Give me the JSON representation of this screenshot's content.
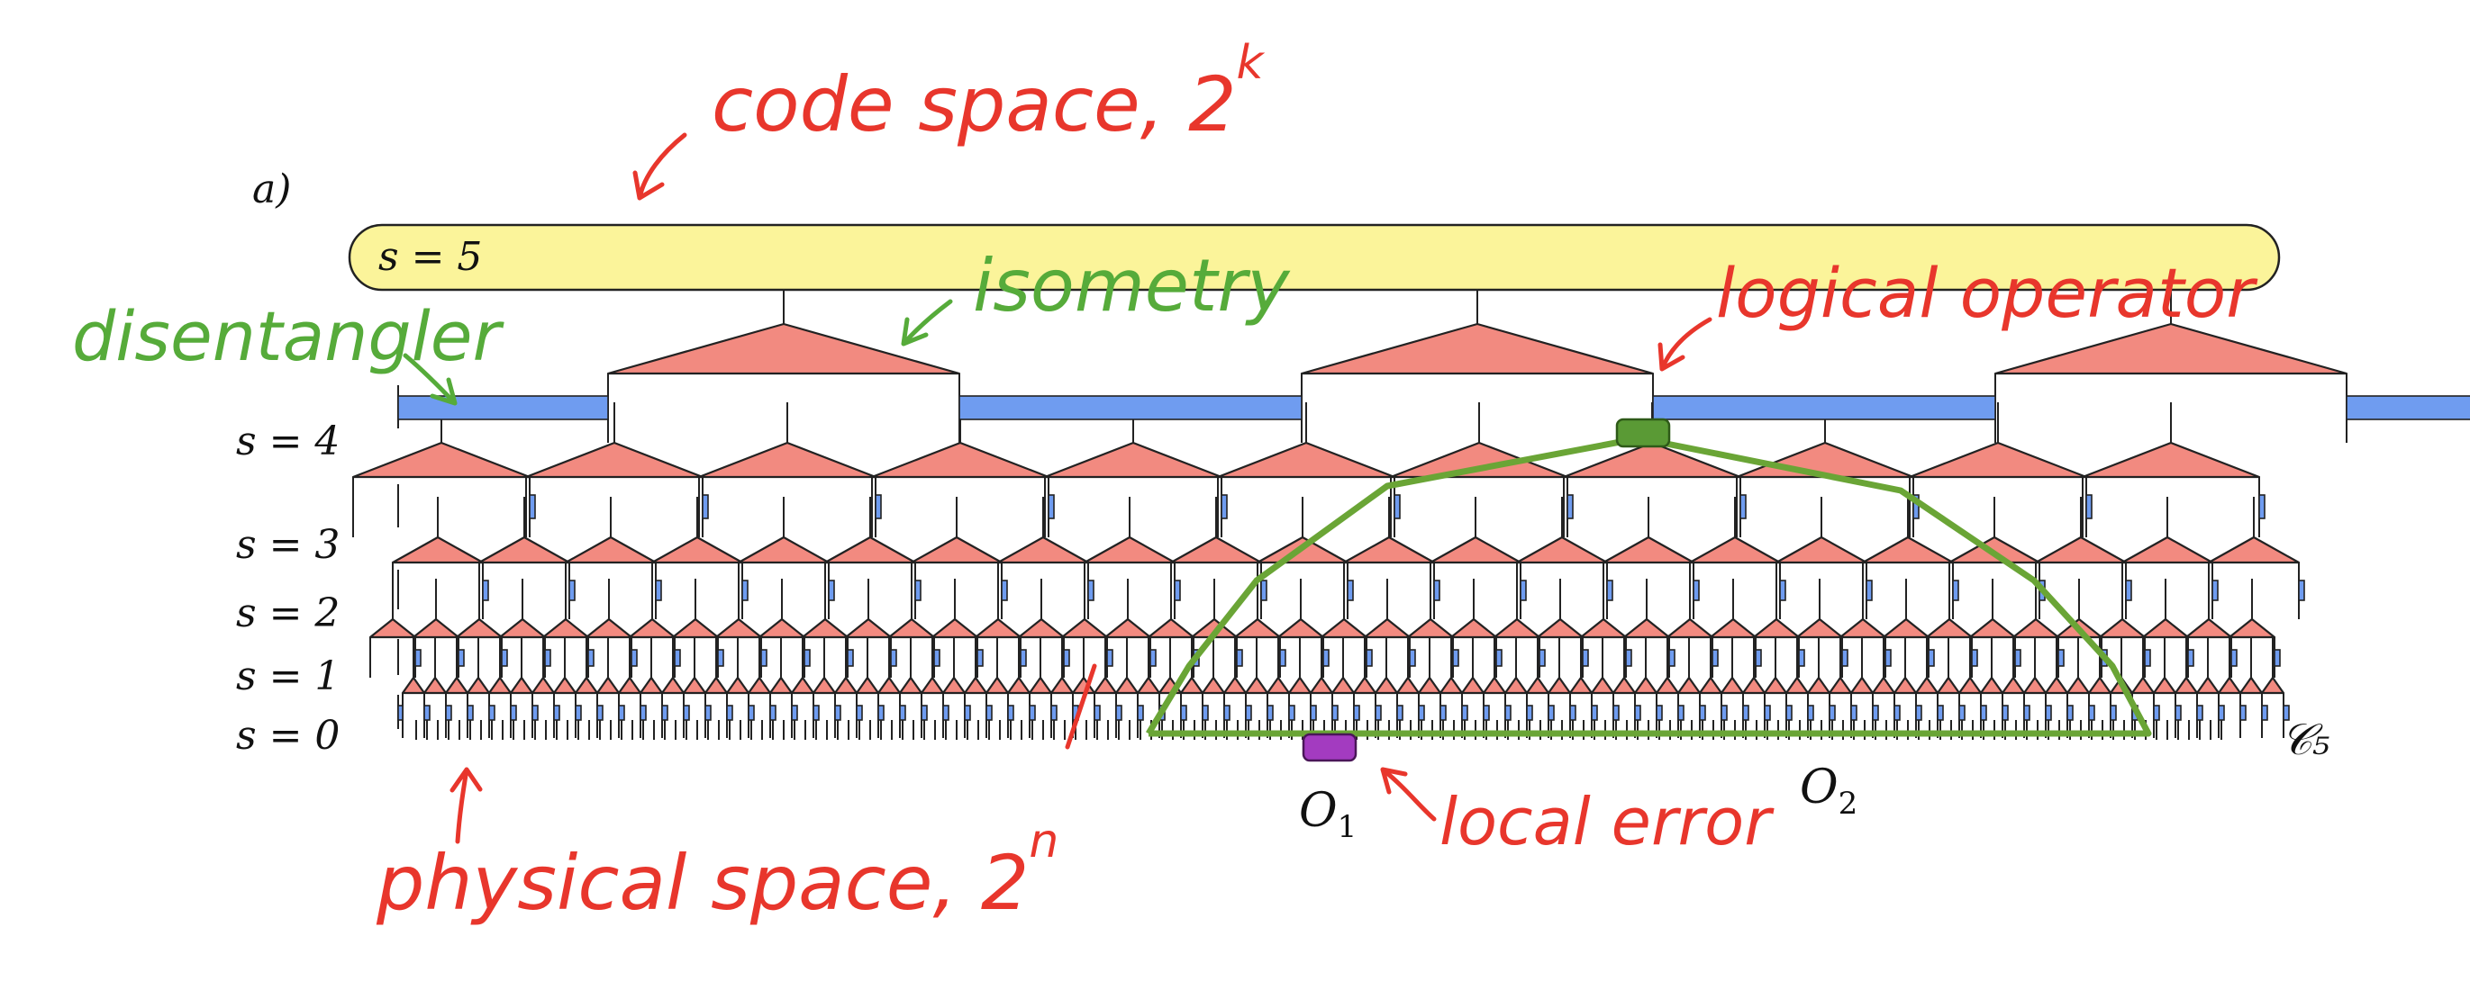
{
  "panel_label": "a)",
  "top_label": "s = 5",
  "scale_labels": [
    "s = 4",
    "s = 3",
    "s = 2",
    "s = 1",
    "s = 0"
  ],
  "code_label": "𝒞₅",
  "operator_labels": {
    "o1": "O",
    "o1_sub": "1",
    "o2": "O",
    "o2_sub": "2"
  },
  "annotations": {
    "code_space": "code space, 2",
    "code_space_exp": "k",
    "disentangler": "disentangler",
    "isometry": "isometry",
    "logical_operator": "logical operator",
    "physical_space": "physical space, 2",
    "physical_space_exp": "n",
    "local_error": "local error"
  },
  "colors": {
    "code_space_bar": "#fbf49a",
    "disentangler": "#6f9cf0",
    "isometry": "#f28a80",
    "light_cone": "#6aa536",
    "logical_operator": "#5a9a35",
    "local_error": "#a33bc0",
    "annotation_red": "#e8362c",
    "annotation_green": "#56ab3a"
  }
}
